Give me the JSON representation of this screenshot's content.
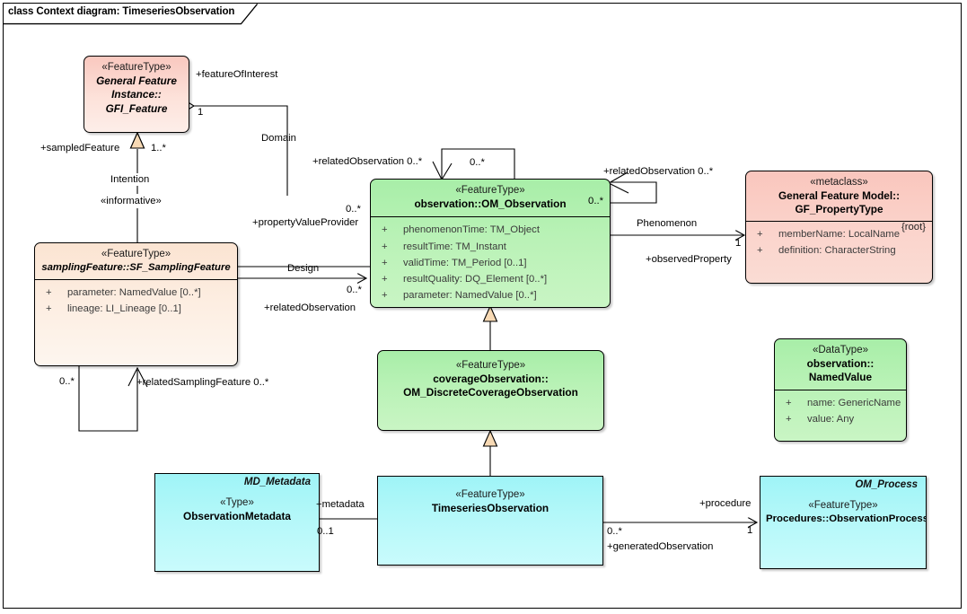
{
  "frame": {
    "title": "class Context diagram: TimeseriesObservation"
  },
  "colors": {
    "featuretype_pink": "#fbd5cd",
    "metaclass_pink": "#fbd5cd",
    "observation_green": "#b9f2b6",
    "samplingfeature_peach": "#fdeee2",
    "concrete_cyan": "#b4f8f9",
    "line": "#000000",
    "generalization_fill": "#f7d9b4"
  },
  "classes": {
    "gfi_feature": {
      "stereotype": "«FeatureType»",
      "name_line1": "General Feature",
      "name_line2": "Instance::",
      "name_line3": "GFI_Feature"
    },
    "om_observation": {
      "stereotype": "«FeatureType»",
      "name": "observation::OM_Observation",
      "header_mult": "0..*",
      "attributes": [
        {
          "visibility": "+",
          "text": "phenomenonTime: TM_Object"
        },
        {
          "visibility": "+",
          "text": "resultTime: TM_Instant"
        },
        {
          "visibility": "+",
          "text": "validTime: TM_Period [0..1]"
        },
        {
          "visibility": "+",
          "text": "resultQuality: DQ_Element [0..*]"
        },
        {
          "visibility": "+",
          "text": "parameter: NamedValue [0..*]"
        }
      ]
    },
    "gf_propertytype": {
      "stereotype": "«metaclass»",
      "name_line1": "General Feature Model::",
      "name_line2": "GF_PropertyType",
      "constraint": "{root}",
      "attributes": [
        {
          "visibility": "+",
          "text": "memberName: LocalName"
        },
        {
          "visibility": "+",
          "text": "definition: CharacterString"
        }
      ]
    },
    "sf_samplingfeature": {
      "stereotype": "«FeatureType»",
      "name": "samplingFeature::SF_SamplingFeature",
      "attributes": [
        {
          "visibility": "+",
          "text": "parameter: NamedValue [0..*]"
        },
        {
          "visibility": "+",
          "text": "lineage: LI_Lineage [0..1]"
        }
      ]
    },
    "om_discretecoverageobservation": {
      "stereotype": "«FeatureType»",
      "name_line1": "coverageObservation::",
      "name_line2": "OM_DiscreteCoverageObservation"
    },
    "namedvalue": {
      "stereotype": "«DataType»",
      "name_line1": "observation::",
      "name_line2": "NamedValue",
      "attributes": [
        {
          "visibility": "+",
          "text": "name: GenericName"
        },
        {
          "visibility": "+",
          "text": "value: Any"
        }
      ]
    },
    "observationmetadata": {
      "top_label": "MD_Metadata",
      "stereotype": "«Type»",
      "name": "ObservationMetadata"
    },
    "timeseriesobservation": {
      "stereotype": "«FeatureType»",
      "name": "TimeseriesObservation"
    },
    "observationprocess": {
      "top_label": "OM_Process",
      "stereotype": "«FeatureType»",
      "name": "Procedures::ObservationProcess"
    }
  },
  "connector_labels": {
    "featureofinterest": "+featureOfInterest",
    "featureofinterest_mult": "1",
    "domain": "Domain",
    "sampledfeature": "+sampledFeature",
    "sampledfeature_mult": "1..*",
    "intention": "Intention",
    "informative": "«informative»",
    "relatedobservation_top": "+relatedObservation 0..*",
    "relatedobservation_top_mult": "0..*",
    "relatedobservation_right": "+relatedObservation 0..*",
    "propertyvalueprovider": "+propertyValueProvider",
    "propertyvalueprovider_mult": "0..*",
    "design": "Design",
    "relatedobservation_design": "+relatedObservation",
    "relatedobservation_design_mult": "0..*",
    "phenomenon": "Phenomenon",
    "observedproperty": "+observedProperty",
    "observedproperty_mult": "1",
    "relatedsamplingfeature": "+relatedSamplingFeature 0..*",
    "relatedsamplingfeature_mult": "0..*",
    "metadata": "+metadata",
    "metadata_mult": "0..1",
    "procedure": "+procedure",
    "procedure_mult": "1",
    "generatedobservation": "+generatedObservation",
    "generatedobservation_mult": "0..*"
  }
}
